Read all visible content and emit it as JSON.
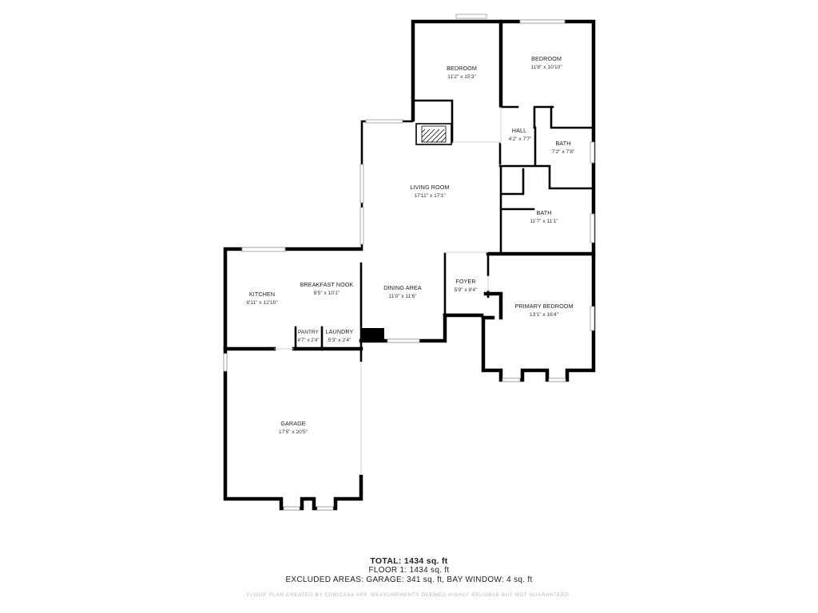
{
  "rooms": [
    {
      "name": "BEDROOM",
      "dim": "11'2\" x 15'3\""
    },
    {
      "name": "BEDROOM",
      "dim": "11'8\" x 10'10\""
    },
    {
      "name": "HALL",
      "dim": "4'2\" x 7'7\""
    },
    {
      "name": "BATH",
      "dim": "7'2\" x 7'8\""
    },
    {
      "name": "LIVING ROOM",
      "dim": "17'11\" x 17'1\""
    },
    {
      "name": "BATH",
      "dim": "11'7\" x 11'1\""
    },
    {
      "name": "KITCHEN",
      "dim": "8'11\" x 12'10\""
    },
    {
      "name": "BREAKFAST NOOK",
      "dim": "8'5\" x 10'1\""
    },
    {
      "name": "DINING AREA",
      "dim": "11'0\" x 11'6\""
    },
    {
      "name": "FOYER",
      "dim": "5'9\" x 8'4\""
    },
    {
      "name": "PRIMARY BEDROOM",
      "dim": "13'1\" x 16'4\""
    },
    {
      "name": "PANTRY",
      "dim": "4'7\" x 2'4\""
    },
    {
      "name": "LAUNDRY",
      "dim": "5'3\" x 2'4\""
    },
    {
      "name": "GARAGE",
      "dim": "17'5\" x 20'5\""
    }
  ],
  "summary": {
    "total": "TOTAL: 1434 sq. ft",
    "floor": "FLOOR 1: 1434 sq. ft",
    "excluded": "EXCLUDED AREAS: GARAGE: 341 sq. ft, BAY WINDOW: 4 sq. ft"
  },
  "disclaimer": "FLOOR PLAN CREATED BY CUBICASA APP. MEASUREMENTS DEEMED HIGHLY RELIABLE BUT NOT GUARANTEED."
}
